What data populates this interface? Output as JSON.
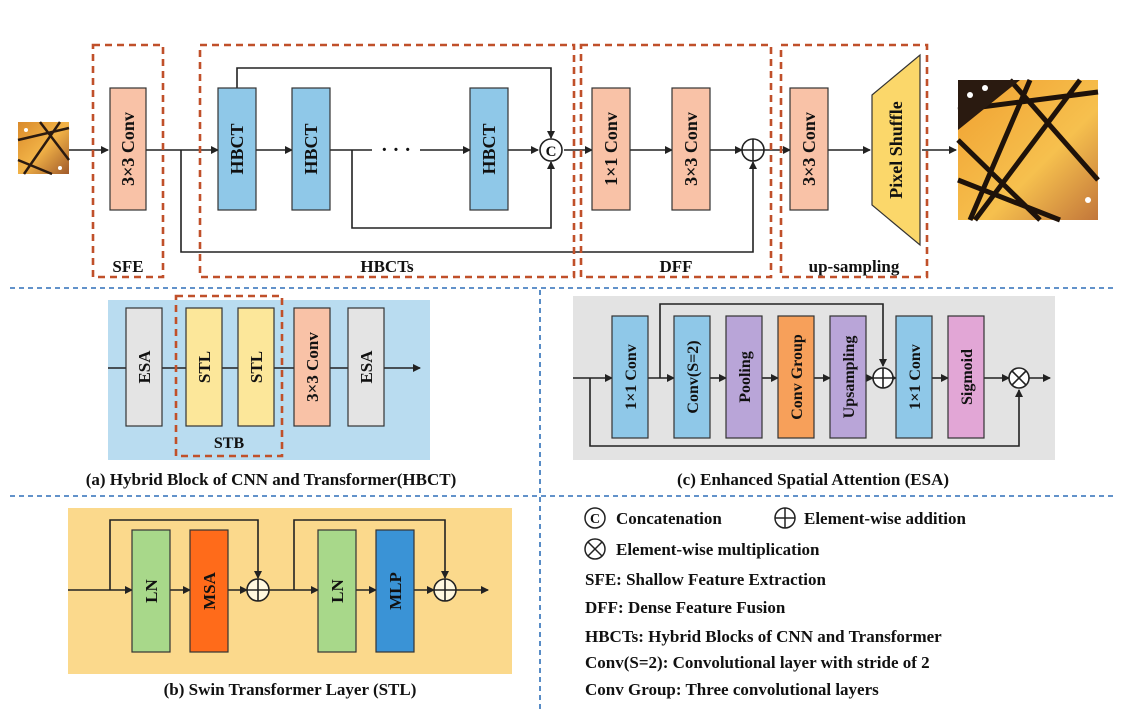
{
  "colors": {
    "conv_fill": "#f9c2a7",
    "hbct_fill": "#8fc8e8",
    "esa_fill": "#e4e4e4",
    "stl_fill": "#fce79a",
    "ln_fill": "#a8d88a",
    "msa_fill": "#ff6b1a",
    "mlp_fill": "#3a93d6",
    "pool_fill": "#b9a5d8",
    "convgroup_fill": "#f7a05a",
    "sigmoid_fill": "#e2a6d6",
    "panel_a_bg": "#b9dcf0",
    "panel_b_bg": "#fbd98c",
    "panel_c_bg": "#e3e3e3",
    "frame_dash": "#c0502a",
    "divider_dash": "#2f6fb8"
  },
  "main": {
    "sfe_block": "3×3 Conv",
    "hbct_blocks": [
      "HBCT",
      "HBCT",
      "HBCT"
    ],
    "ellipsis": "· · ·",
    "concat_symbol": "C",
    "dff_blocks": [
      "1×1 Conv",
      "3×3 Conv"
    ],
    "up_conv": "3×3 Conv",
    "pixel_shuffle": "Pixel Shuffle",
    "frame_labels": {
      "sfe": "SFE",
      "hbcts": "HBCTs",
      "dff": "DFF",
      "upsampling": "up-sampling"
    },
    "input_image": "low-resolution butterfly image",
    "output_image": "high-resolution butterfly image"
  },
  "panel_a": {
    "blocks": [
      "ESA",
      "STL",
      "STL",
      "3×3 Conv",
      "ESA"
    ],
    "group_label": "STB",
    "caption": "(a) Hybrid Block of CNN and Transformer(HBCT)"
  },
  "panel_b": {
    "blocks": [
      "LN",
      "MSA",
      "LN",
      "MLP"
    ],
    "caption": "(b) Swin Transformer Layer (STL)"
  },
  "panel_c": {
    "blocks": [
      "1×1 Conv",
      "Conv(S=2)",
      "Pooling",
      "Conv Group",
      "Upsampling",
      "1×1 Conv",
      "Sigmoid"
    ],
    "caption": "(c) Enhanced Spatial Attention (ESA)"
  },
  "legend": {
    "concat": "Concatenation",
    "add": "Element-wise addition",
    "mul": "Element-wise multiplication",
    "sfe": "SFE: Shallow Feature Extraction",
    "dff": "DFF: Dense Feature Fusion",
    "hbcts": "HBCTs: Hybrid Blocks of CNN and Transformer",
    "convs2": "Conv(S=2): Convolutional layer with stride of 2",
    "convgroup": "Conv Group: Three convolutional layers"
  }
}
